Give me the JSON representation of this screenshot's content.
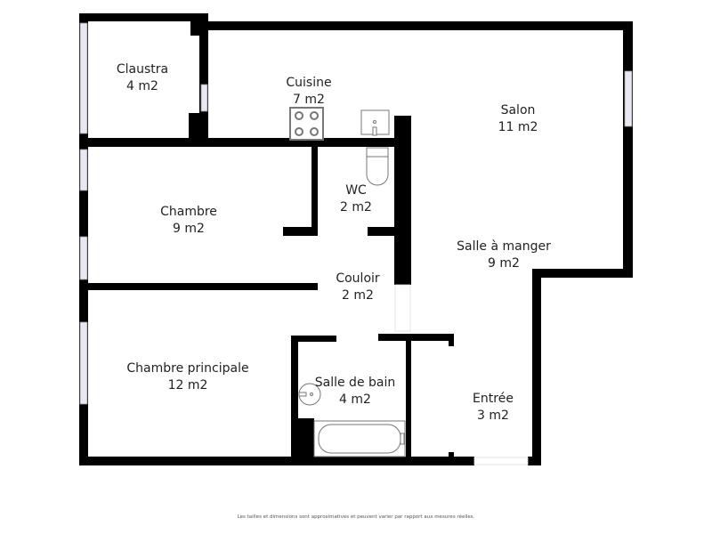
{
  "rooms": [
    {
      "name": "Claustra",
      "area": "4 m2"
    },
    {
      "name": "Cuisine",
      "area": "7 m2"
    },
    {
      "name": "Salon",
      "area": "11 m2"
    },
    {
      "name": "Chambre",
      "area": "9 m2"
    },
    {
      "name": "WC",
      "area": "2 m2"
    },
    {
      "name": "Salle à manger",
      "area": "9 m2"
    },
    {
      "name": "Couloir",
      "area": "2 m2"
    },
    {
      "name": "Chambre principale",
      "area": "12 m2"
    },
    {
      "name": "Salle de bain",
      "area": "4 m2"
    },
    {
      "name": "Entrée",
      "area": "3 m2"
    }
  ],
  "footer": "Les tailles et dimensions sont approximatives et peuvent varier par rapport aux mesures réelles.",
  "colors": {
    "wall": "#000000",
    "window": "#e8e8f2",
    "fixture": "#777777"
  }
}
